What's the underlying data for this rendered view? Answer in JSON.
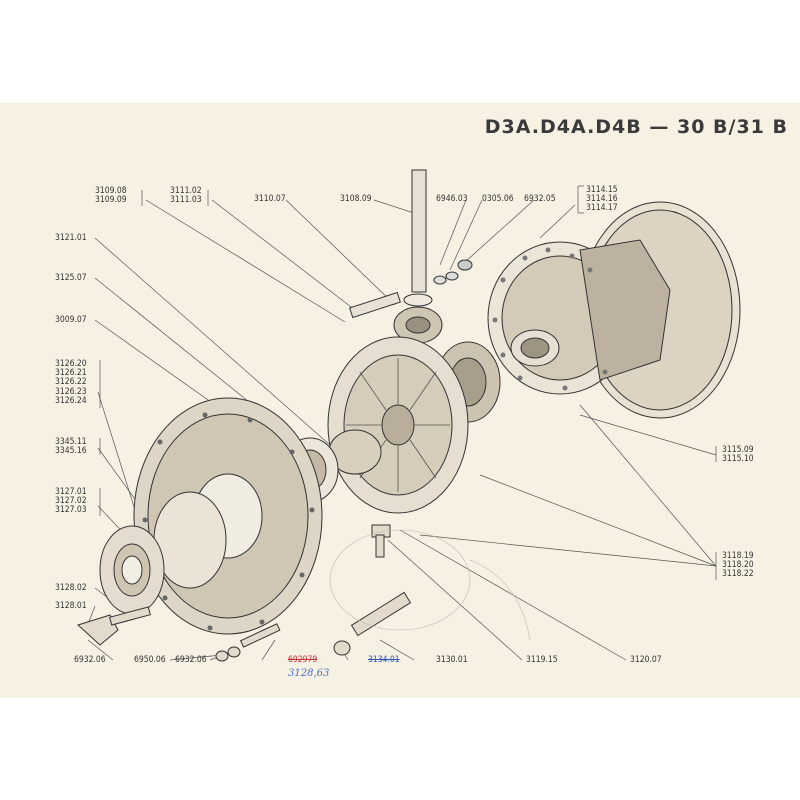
{
  "header": {
    "title": "D3A.D4A.D4B — 30 B/31 B"
  },
  "labels": {
    "top_left_group": [
      "3109.08",
      "3109.09"
    ],
    "shaft_pin_group": [
      "3111.02",
      "3111.03"
    ],
    "p3110_07": "3110.07",
    "p3108_09": "3108.09",
    "p6946_03": "6946.03",
    "p0305_06": "0305.06",
    "p6932_05": "6932.05",
    "top_right_group": [
      "3114.15",
      "3114.16",
      "3114.17"
    ],
    "p3121_01": "3121.01",
    "p3125_07": "3125.07",
    "p3009_07": "3009.07",
    "left_group_a": [
      "3126.20",
      "3126.21",
      "3126.22",
      "3126.23",
      "3126.24"
    ],
    "left_group_b": [
      "3345.11",
      "3345.16"
    ],
    "left_group_c": [
      "3127.01",
      "3127.02",
      "3127.03"
    ],
    "p3128_02": "3128.02",
    "p3128_01": "3128.01",
    "right_group_a": [
      "3115.09",
      "3115.10"
    ],
    "right_group_b": [
      "3118.19",
      "3118.20",
      "3118.22"
    ],
    "bottom": {
      "p6932_06a": "6932.06",
      "p6950_06": "6950.06",
      "p6932_06b": "6932.06",
      "struck_red": "692979",
      "struck_blue": "3134.01",
      "p3130_01": "3130.01",
      "p3119_15": "3119.15",
      "p3120_07": "3120.07"
    },
    "handwritten": "3128,63"
  },
  "colors": {
    "paper": "#f7f1e4",
    "ink": "#333333",
    "red_ink": "#c8323a",
    "blue_ink": "#2c55b8"
  }
}
